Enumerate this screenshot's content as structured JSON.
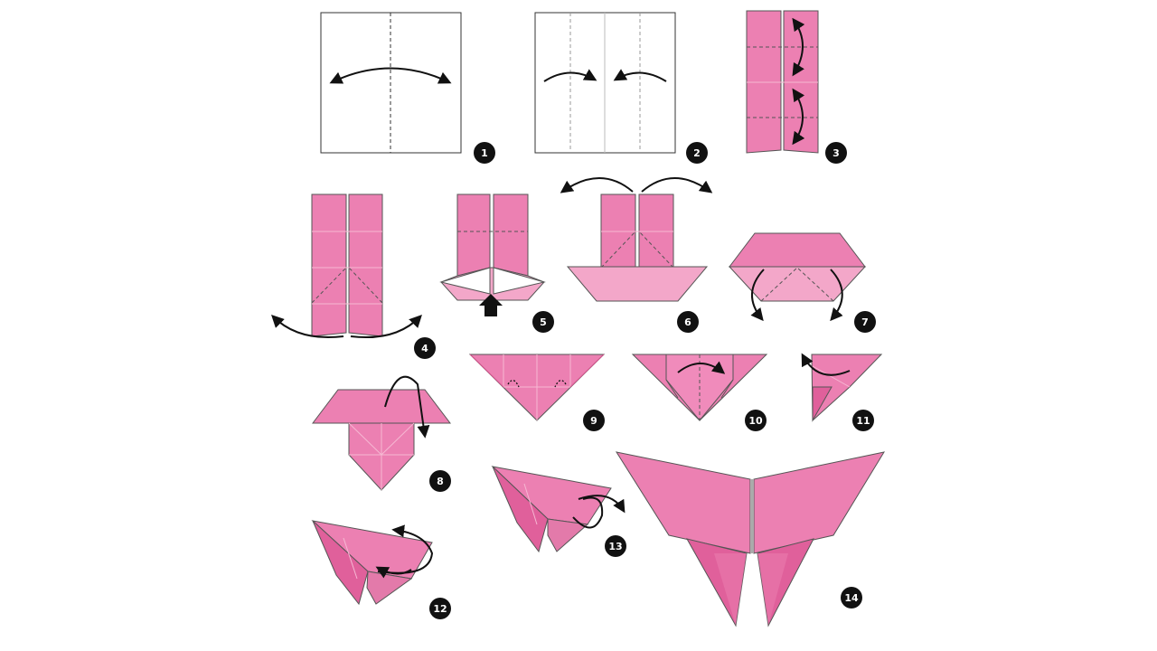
{
  "diagram": {
    "steps": [
      {
        "number": "1"
      },
      {
        "number": "2"
      },
      {
        "number": "3"
      },
      {
        "number": "4"
      },
      {
        "number": "5"
      },
      {
        "number": "6"
      },
      {
        "number": "7"
      },
      {
        "number": "8"
      },
      {
        "number": "9"
      },
      {
        "number": "10"
      },
      {
        "number": "11"
      },
      {
        "number": "12"
      },
      {
        "number": "13"
      },
      {
        "number": "14"
      }
    ]
  },
  "colors": {
    "paper_light": "#f3a5c8",
    "paper_mid": "#ec7fb0",
    "paper_dark": "#e0609b",
    "outline": "#555555",
    "badge": "#111111",
    "arrow": "#111111"
  }
}
